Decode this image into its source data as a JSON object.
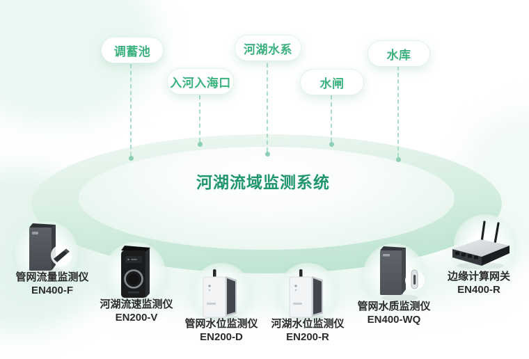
{
  "title": "河湖流域监测系统",
  "scene_labels": [
    {
      "label": "调蓄池"
    },
    {
      "label": "入河入海口"
    },
    {
      "label": "河湖水系"
    },
    {
      "label": "水闸"
    },
    {
      "label": "水库"
    }
  ],
  "devices": [
    {
      "name": "管网流量监测仪",
      "model": "EN400-F"
    },
    {
      "name": "河湖流速监测仪",
      "model": "EN200-V"
    },
    {
      "name": "管网水位监测仪",
      "model": "EN200-D"
    },
    {
      "name": "河湖水位监测仪",
      "model": "EN200-R"
    },
    {
      "name": "管网水质监测仪",
      "model": "EN400-WQ"
    },
    {
      "name": "边缘计算网关",
      "model": "EN400-R"
    }
  ],
  "colors": {
    "accent_green": "#3bb17e",
    "title_green": "#1f966c",
    "dashed_line": "#a9dcc9",
    "platform_light": "#e9f6f0",
    "platform_deep": "#bce3d1",
    "pill_background": "#ffffff",
    "device_label_text": "#2b2b2b"
  }
}
